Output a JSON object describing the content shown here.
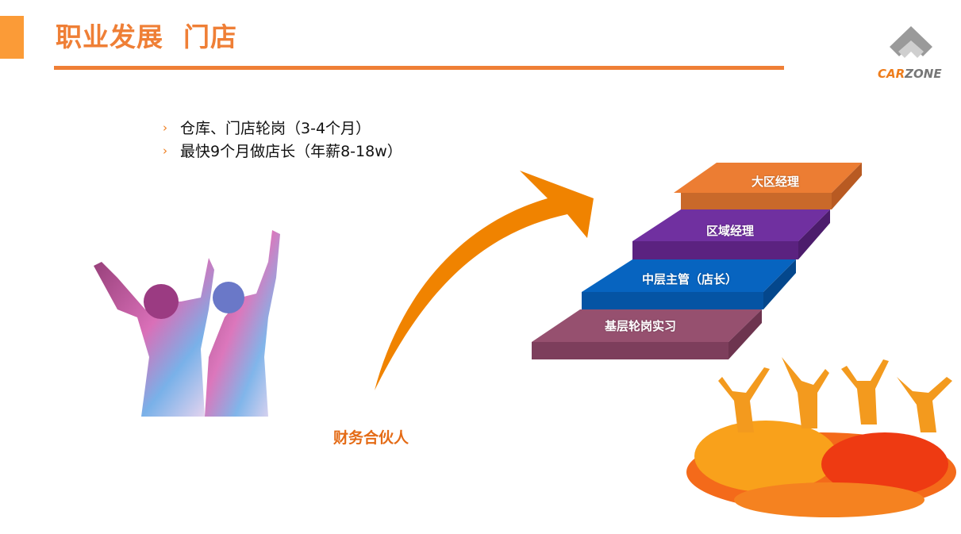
{
  "header": {
    "title": "职业发展  门店"
  },
  "bullets": [
    "仓库、门店轮岗（3-4个月）",
    "最快9个月做店长（年薪8-18w）"
  ],
  "bullet_icon": "chevron-right-icon",
  "caption": "财务合伙人",
  "steps": [
    {
      "label": "大区经理",
      "color": "#ec7d33"
    },
    {
      "label": "区域经理",
      "color": "#7030a0"
    },
    {
      "label": "中层主管（店长）",
      "color": "#0764c0"
    },
    {
      "label": "基层轮岗实习",
      "color": "#96506f"
    }
  ],
  "logo": {
    "text_a": "CAR",
    "text_b": "ZONE"
  },
  "colors": {
    "accent": "#ef7f36",
    "arrow": "#f08300"
  }
}
